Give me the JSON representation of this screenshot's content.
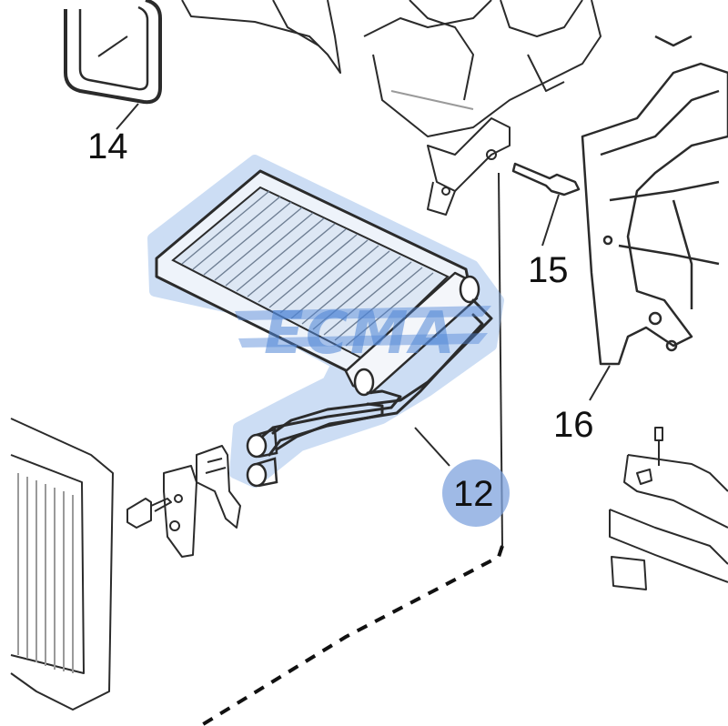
{
  "colors": {
    "line": "#2b2b2b",
    "light_line": "#9a9a9a",
    "highlight": "#8fb6e8",
    "badge": "#7fa3de",
    "watermark": "#4f86d6"
  },
  "watermark": "ECMA",
  "labels": {
    "part_14": "14",
    "part_15": "15",
    "part_16": "16",
    "part_12": "12"
  }
}
